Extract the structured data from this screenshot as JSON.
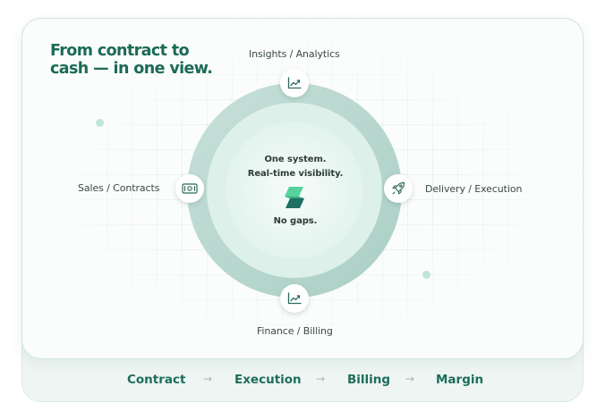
{
  "headline": "From contract to cash — in one view.",
  "nodes": {
    "top": {
      "label": "Insights / Analytics",
      "icon": "chart-line-icon"
    },
    "right": {
      "label": "Delivery / Execution",
      "icon": "rocket-icon"
    },
    "bottom": {
      "label": "Finance / Billing",
      "icon": "chart-line-icon"
    },
    "left": {
      "label": "Sales / Contracts",
      "icon": "money-bill-icon"
    }
  },
  "center": {
    "line1": "One system.",
    "line2": "Real-time visibility.",
    "line3": "No gaps.",
    "logo": "logo-icon"
  },
  "flow": {
    "steps": [
      "Contract",
      "Execution",
      "Billing",
      "Margin"
    ],
    "separator": "→"
  },
  "colors": {
    "brand": "#1c6b55",
    "ring_outer": "#b9d7cf",
    "ring_mid": "#dff0ea",
    "ring_inner": "#eef8f4",
    "logo_top": "#56d39c",
    "logo_bottom": "#1f6f63"
  }
}
